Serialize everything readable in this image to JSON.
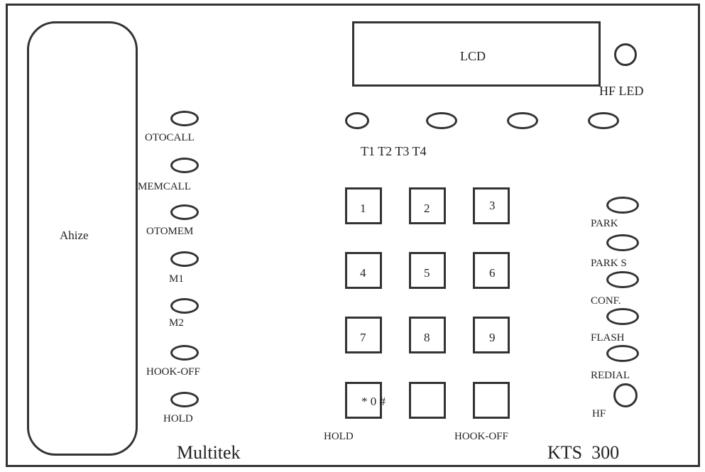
{
  "diagram": {
    "handset_label": "Ahize",
    "lcd_label": "LCD",
    "hf_led_label": "HF LED",
    "line_keys_label": "T1 T2 T3 T4",
    "left_buttons": [
      "OTOCALL",
      "MEMCALL",
      "OTOMEM",
      "M1",
      "M2",
      "HOOK-OFF",
      "HOLD"
    ],
    "right_buttons": [
      "PARK",
      "PARK S",
      "CONF.",
      "FLASH",
      "REDIAL",
      "HF"
    ],
    "keypad": [
      "1",
      "2",
      "3",
      "4",
      "5",
      "6",
      "7",
      "8",
      "9",
      "* 0 #"
    ],
    "bottom_labels": {
      "hold": "HOLD",
      "hook_off": "HOOK-OFF"
    },
    "brand": "Multitek",
    "model": "KTS  300"
  }
}
